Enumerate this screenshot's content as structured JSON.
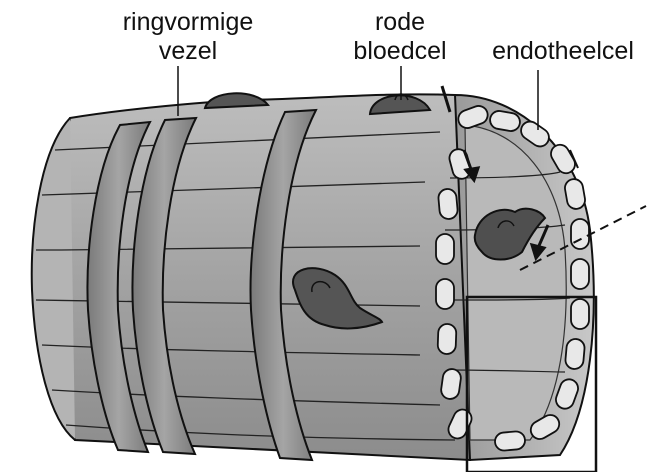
{
  "labels": {
    "ring_fiber": [
      "ringvormige",
      "vezel"
    ],
    "red_blood_cell": [
      "rode",
      "bloedcel"
    ],
    "endothelial_cell": "endotheelcel"
  },
  "colors": {
    "muscle_fill": "#a9a9a9",
    "ring_fill": "#8f8f8f",
    "endothelium_fill": "#e6e6e6",
    "blood_cell_fill": "#5a5a5a",
    "outline": "#111111"
  }
}
